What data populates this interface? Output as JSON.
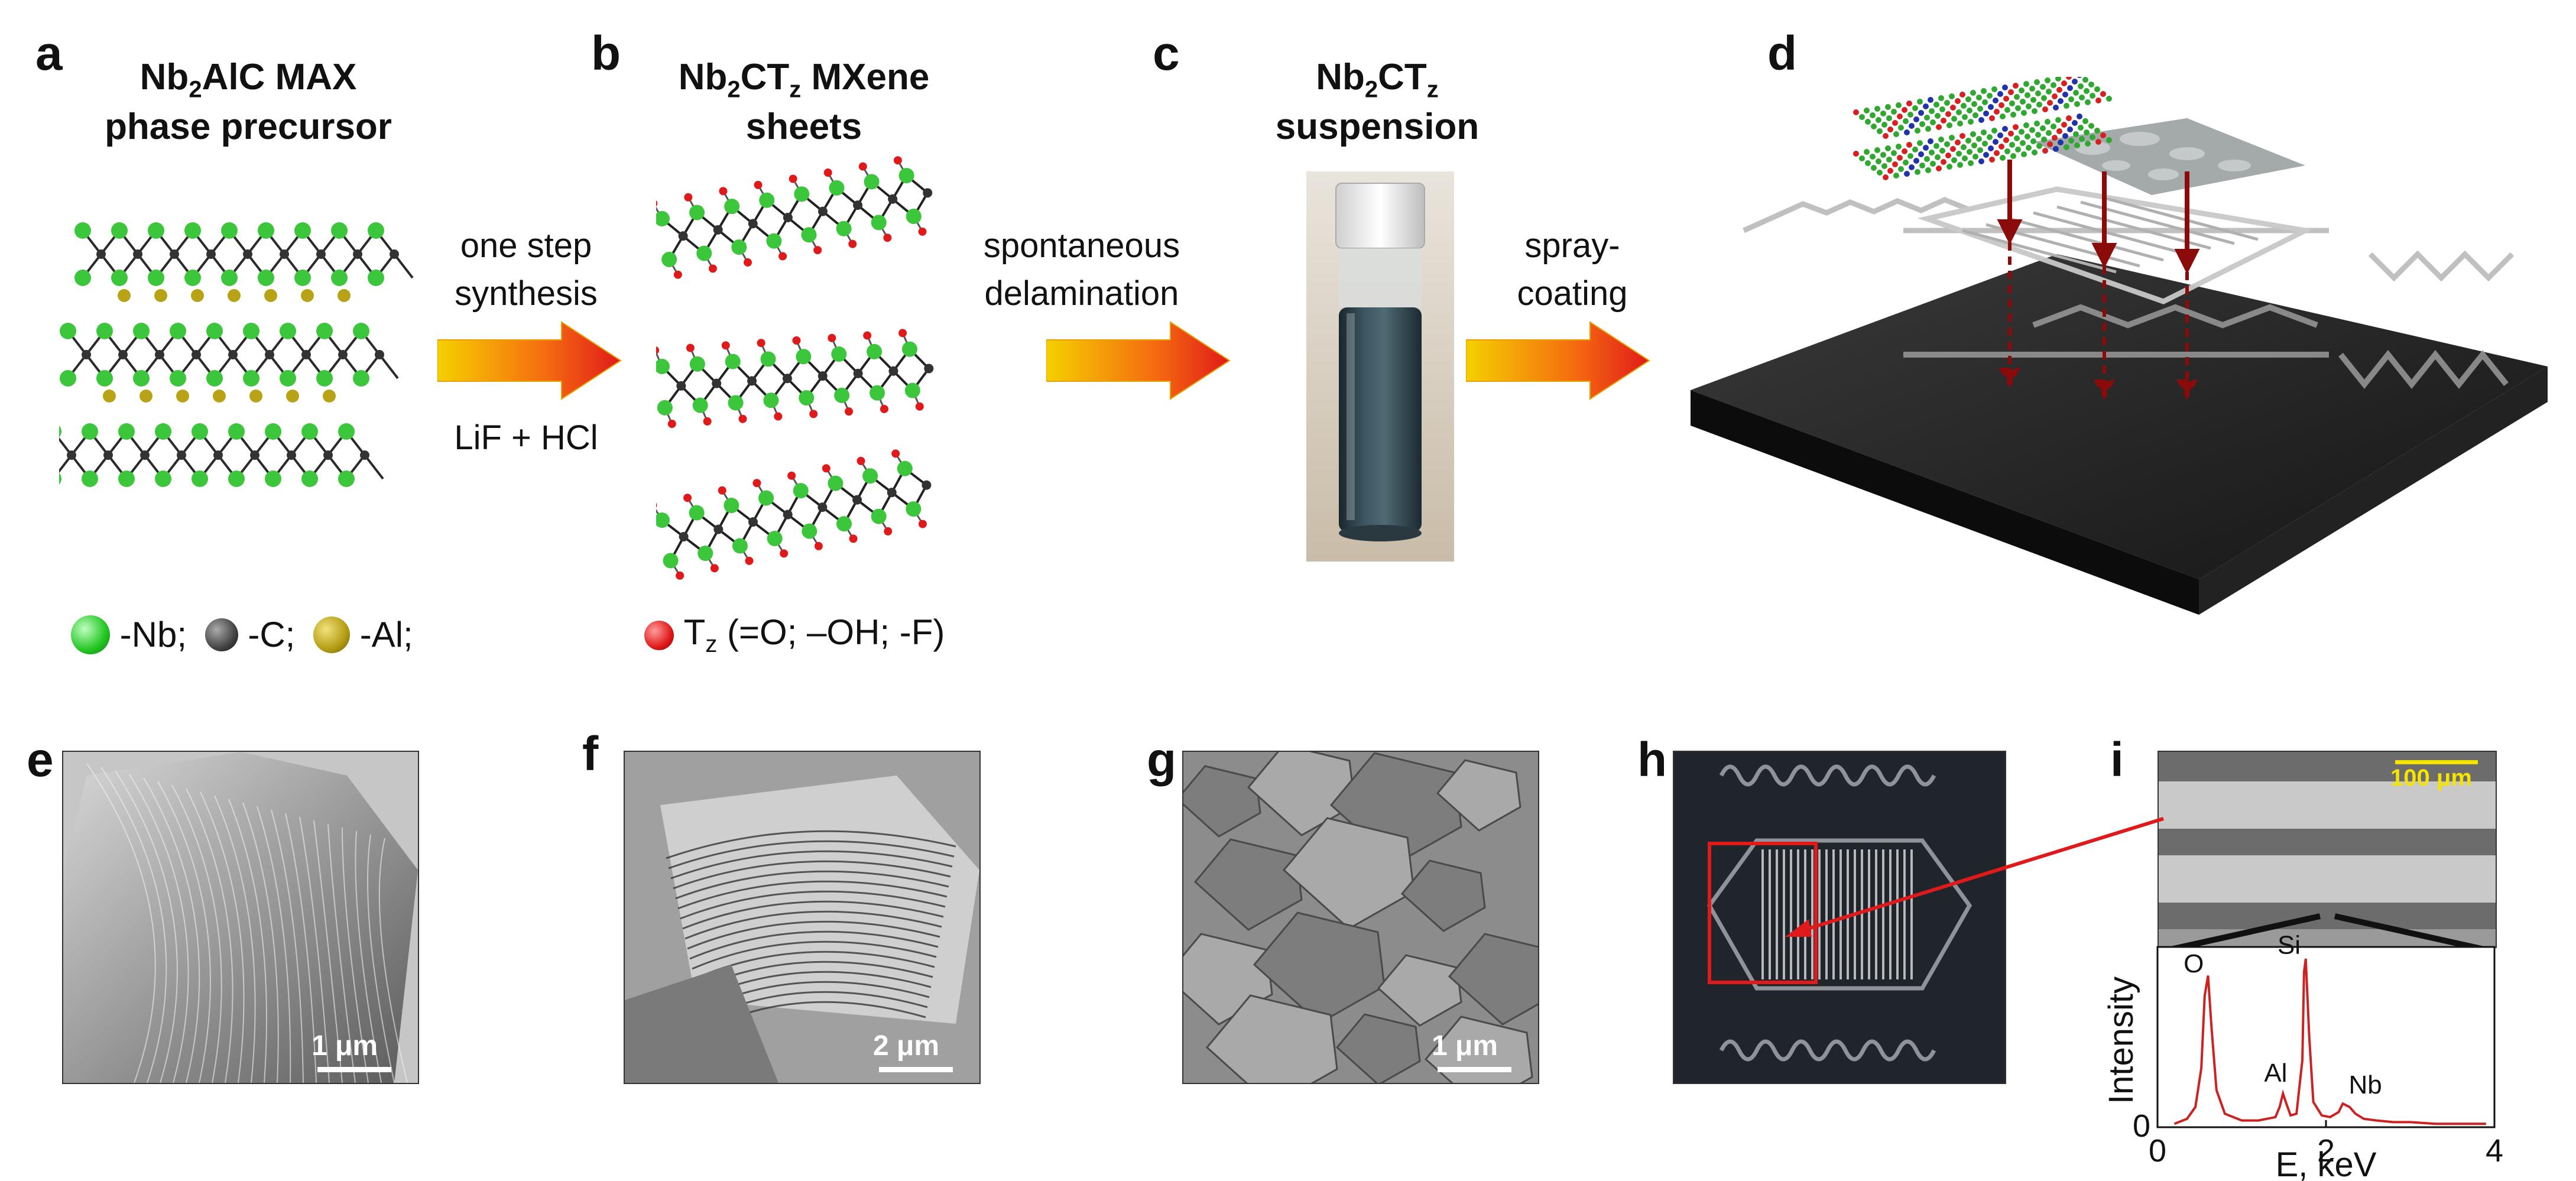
{
  "panels": {
    "a": {
      "label": "a",
      "title_line1_prefix": "Nb",
      "title_line1_sub": "2",
      "title_line1_suffix": "AlC MAX",
      "title_line2": "phase precursor",
      "legend": {
        "nb": "-Nb;",
        "c": "-C;",
        "al": "-Al;"
      },
      "colors": {
        "nb": "#3cc63c",
        "c": "#333333",
        "al": "#b8a316"
      }
    },
    "b": {
      "label": "b",
      "title_prefix": "Nb",
      "title_sub1": "2",
      "title_mid": "CT",
      "title_sub2": "z",
      "title_suffix": " MXene",
      "title_line2": "sheets",
      "legend_prefix": "T",
      "legend_sub": "z",
      "legend_suffix": " (=O; –OH; -F)",
      "colors": {
        "terminal": "#e01a1a"
      }
    },
    "c": {
      "label": "c",
      "title_prefix": "Nb",
      "title_sub1": "2",
      "title_mid": "CT",
      "title_sub2": "z",
      "title_line2": "suspension"
    },
    "d": {
      "label": "d"
    },
    "e": {
      "label": "e",
      "scale": "1 μm"
    },
    "f": {
      "label": "f",
      "scale": "2 μm"
    },
    "g": {
      "label": "g",
      "scale": "1 μm"
    },
    "h": {
      "label": "h"
    },
    "i": {
      "label": "i",
      "scale": "100 μm"
    }
  },
  "steps": {
    "ab": {
      "line1": "one step",
      "line2": "synthesis",
      "below": "LiF + HCl"
    },
    "bc": {
      "line1": "spontaneous",
      "line2": "delamination"
    },
    "cd": {
      "line1": "spray-",
      "line2": "coating"
    }
  },
  "chart_data": {
    "type": "line",
    "title": "",
    "xlabel": "E, keV",
    "ylabel": "Intensity",
    "xlim": [
      0,
      4
    ],
    "ylim": [
      0,
      1
    ],
    "x_ticks": [
      0,
      2,
      4
    ],
    "y_ticks": [
      0
    ],
    "series": [
      {
        "color": "#cc2222",
        "x": [
          0.2,
          0.35,
          0.45,
          0.52,
          0.56,
          0.6,
          0.64,
          0.7,
          0.8,
          1.0,
          1.2,
          1.4,
          1.45,
          1.49,
          1.53,
          1.58,
          1.65,
          1.72,
          1.74,
          1.76,
          1.8,
          1.85,
          1.95,
          2.05,
          2.15,
          2.2,
          2.28,
          2.35,
          2.45,
          2.6,
          2.8,
          3.0,
          3.3,
          3.6,
          3.9
        ],
        "y": [
          0.02,
          0.05,
          0.12,
          0.35,
          0.78,
          0.9,
          0.6,
          0.22,
          0.08,
          0.04,
          0.04,
          0.06,
          0.12,
          0.2,
          0.14,
          0.07,
          0.08,
          0.4,
          0.92,
          1.0,
          0.55,
          0.15,
          0.07,
          0.06,
          0.09,
          0.14,
          0.12,
          0.08,
          0.05,
          0.04,
          0.03,
          0.03,
          0.02,
          0.02,
          0.02
        ]
      }
    ],
    "annotations": [
      {
        "text": "O",
        "x": 0.52
      },
      {
        "text": "Si",
        "x": 1.74
      },
      {
        "text": "Al",
        "x": 1.49
      },
      {
        "text": "Nb",
        "x": 2.2
      }
    ]
  }
}
